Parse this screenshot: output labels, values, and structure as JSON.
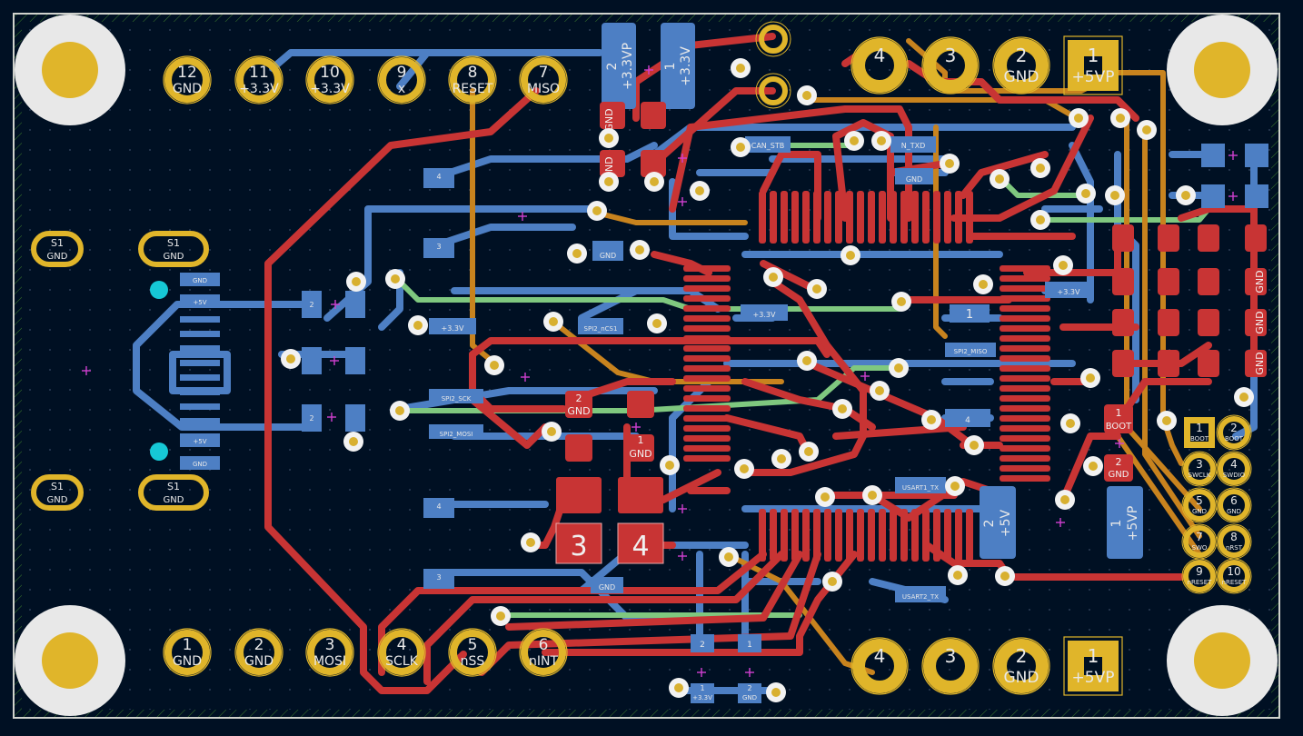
{
  "colors": {
    "background": "#001023",
    "board_edge": "#d0d2cd",
    "front_copper": "#c83434",
    "back_copper": "#4d7fc4",
    "inner_copper_1": "#7fc87f",
    "inner_copper_2": "#c8831e",
    "pad_gold": "#e0b52a",
    "mount_hole_ring": "#e8e8e8",
    "via_white": "#f2f2f2",
    "fiducial": "#16c8d6",
    "courtyard": "#d8a000"
  },
  "top_header": {
    "pins": [
      {
        "num": "12",
        "net": "GND"
      },
      {
        "num": "11",
        "net": "+3.3V"
      },
      {
        "num": "10",
        "net": "+3.3V"
      },
      {
        "num": "9",
        "net": "x"
      },
      {
        "num": "8",
        "net": "RESET"
      },
      {
        "num": "7",
        "net": "MISO"
      }
    ]
  },
  "bottom_header": {
    "pins": [
      {
        "num": "1",
        "net": "GND"
      },
      {
        "num": "2",
        "net": "GND"
      },
      {
        "num": "3",
        "net": "MOSI"
      },
      {
        "num": "4",
        "net": "SCLK"
      },
      {
        "num": "5",
        "net": "nSS"
      },
      {
        "num": "6",
        "net": "nINT"
      }
    ]
  },
  "top_right_connector": {
    "pins": [
      {
        "num": "4",
        "net": ""
      },
      {
        "num": "3",
        "net": ""
      },
      {
        "num": "2",
        "net": "GND"
      },
      {
        "num": "1",
        "net": "+5VP"
      }
    ]
  },
  "bottom_right_connector": {
    "pins": [
      {
        "num": "4",
        "net": ""
      },
      {
        "num": "3",
        "net": ""
      },
      {
        "num": "2",
        "net": "GND"
      },
      {
        "num": "1",
        "net": "+5VP"
      }
    ]
  },
  "usb_connector": {
    "shield_label": "S1",
    "shield_net": "GND",
    "pad_labels": [
      "GND",
      "+5V",
      "+5V",
      "GND"
    ]
  },
  "power_pads": {
    "top_a": {
      "num": "2",
      "net": "+3.3VP"
    },
    "top_b": {
      "num": "1",
      "net": "+3.3V"
    },
    "mid_a": {
      "num": "2",
      "net": "+5V"
    },
    "mid_b": {
      "num": "1",
      "net": "+5VP"
    }
  },
  "big_pads": {
    "left": "3",
    "right": "4"
  },
  "smd_labels": {
    "r_top_1": {
      "num": "2",
      "net": "GND"
    },
    "r_top_2": {
      "num": "2",
      "net": "GND"
    },
    "r_mid_1": {
      "num": "2",
      "net": "GND"
    },
    "r_mid_2": {
      "num": "1",
      "net": "GND"
    },
    "boot_a": {
      "num": "1",
      "net": "BOOT"
    },
    "boot_b": {
      "num": "2",
      "net": "GND"
    },
    "c_a": {
      "num": "1",
      "net": "GND"
    },
    "r_bank": [
      "GND",
      "GND",
      "GND"
    ]
  },
  "back_labels": {
    "can_stb": "CAN_STB",
    "n_txd": "N_TXD",
    "gnd_1": "GND",
    "gnd_2": "GND",
    "spi2_ncs1": "SPI2_nCS1",
    "spi2_sck": "SPI2_SCK",
    "spi2_mosi": "SPI2_MOSI",
    "spi2_miso": "SPI2_MISO",
    "plus33v_a": "+3.3V",
    "plus33v_b": "+3.3V",
    "plus33v_c": "+3.3V",
    "usart1_tx": "USART1_TX",
    "usart2_tx": "USART2_TX",
    "gnd_bottom": "GND",
    "bus_pad_1": "1",
    "bus_pad_2": "2",
    "bus_pad_3": "3",
    "bus_pad_4": "4"
  },
  "prog_header": {
    "rows": [
      [
        "BOOT",
        "BOOT"
      ],
      [
        "SWCLK",
        "SWDIO"
      ],
      [
        "GND",
        "GND"
      ],
      [
        "SWO",
        "nRST"
      ],
      [
        "nRESET",
        "nRESET"
      ]
    ],
    "nums": [
      [
        "1",
        "2"
      ],
      [
        "3",
        "4"
      ],
      [
        "5",
        "6"
      ],
      [
        "7",
        "8"
      ],
      [
        "9",
        "10"
      ]
    ]
  },
  "bottom_small": {
    "left": {
      "num": "1",
      "net": "+3.3V"
    },
    "right": {
      "num": "2",
      "net": "GND"
    }
  }
}
